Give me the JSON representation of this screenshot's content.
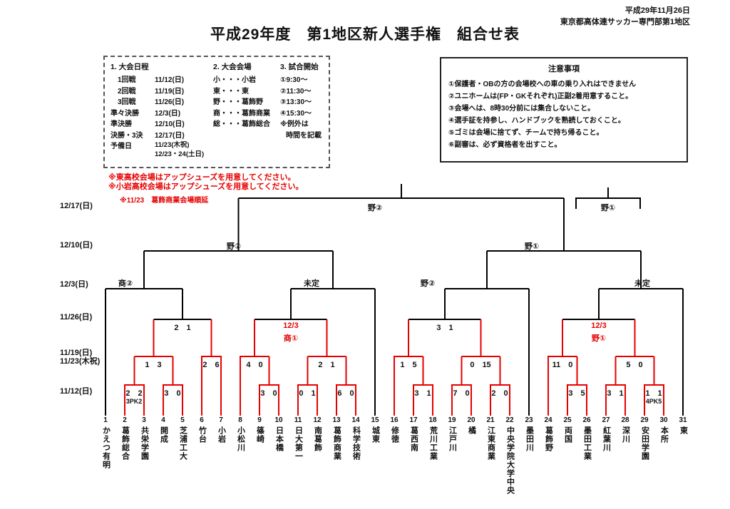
{
  "header": {
    "date": "平成29年11月26日",
    "org": "東京都高体連サッカー専門部第1地区",
    "title": "平成29年度　第1地区新人選手権　組合せ表"
  },
  "schedule": {
    "heading": "1. 大会日程",
    "rows": [
      {
        "label": "1回戦",
        "date": "11/12(日)"
      },
      {
        "label": "2回戦",
        "date": "11/19(日)"
      },
      {
        "label": "3回戦",
        "date": "11/26(日)"
      },
      {
        "label": "準々決勝",
        "date": "12/3(日)"
      },
      {
        "label": "準決勝",
        "date": "12/10(日)"
      },
      {
        "label": "決勝・3決",
        "date": "12/17(日)"
      },
      {
        "label": "予備日",
        "date": "11/23(木祝)",
        "date2": "12/23・24(土日)"
      }
    ]
  },
  "venues": {
    "heading": "2. 大会会場",
    "items": [
      "小・・・小岩",
      "東・・・東",
      "野・・・葛飾野",
      "商・・・葛飾商業",
      "総・・・葛飾総合"
    ]
  },
  "start_times": {
    "heading": "3. 試合開始",
    "items": [
      "①9:30～",
      "②11:30～",
      "③13:30～",
      "④15:30～",
      "※例外は",
      "時間を記載"
    ]
  },
  "warnings": [
    "※東高校会場はアップシューズを用意してください。",
    "※小岩高校会場はアップシューズを用意してください。"
  ],
  "postpone_note": "※11/23　葛飾商業会場順延",
  "notice": {
    "title": "注意事項",
    "items": [
      "①保護者・OBの方の会場校への車の乗り入れはできません",
      "②ユニホームは(FP・GKそれぞれ)正副2着用意すること。",
      "③会場へは、8時30分前には集合しないこと。",
      "④選手証を持参し、ハンドブックを熟読しておくこと。",
      "⑤ゴミは会場に捨てず、チームで持ち帰ること。",
      "⑥副審は、必ず資格者を出すこと。"
    ]
  },
  "rounds": [
    "12/17(日)",
    "12/10(日)",
    "12/3(日)",
    "11/26(日)",
    "11/19(日)",
    "11/23(木祝)",
    "11/12(日)"
  ],
  "bracket": {
    "r1_scores": {
      "m2_3": "2　2",
      "pk2_3": "3PK2",
      "m4_5": "3　0",
      "m9_10": "3　0",
      "m11_12": "0　1",
      "m13_14": "6　0",
      "m17_18": "3　1",
      "m19_20": "7　0",
      "m21_22": "2　0",
      "m25_26": "3　5",
      "m27_28": "3　1",
      "m29_30": "1　1",
      "pk29_30": "4PK5"
    },
    "r2_scores": {
      "a": "1　3",
      "b": "2　6",
      "c": "4　0",
      "d": "2　1",
      "e": "1　5",
      "f": "0　15",
      "g": "11　0",
      "h": "5　0"
    },
    "r3": {
      "a": "2　1",
      "b_date": "12/3",
      "b_venue": "商①",
      "c": "3　1",
      "d_date": "12/3",
      "d_venue": "野①"
    },
    "qf": {
      "q1": "商②",
      "q2": "未定",
      "q3": "野②",
      "q4": "未定"
    },
    "sf": {
      "s1": "野②",
      "s2": "野①"
    },
    "final_venue": "野②",
    "third_venue": "野①"
  },
  "teams": [
    {
      "no": "1",
      "name": "かえつ有明"
    },
    {
      "no": "2",
      "name": "葛飾総合"
    },
    {
      "no": "3",
      "name": "共栄学園"
    },
    {
      "no": "4",
      "name": "開成"
    },
    {
      "no": "5",
      "name": "芝浦工大"
    },
    {
      "no": "6",
      "name": "竹台"
    },
    {
      "no": "7",
      "name": "小岩"
    },
    {
      "no": "8",
      "name": "小松川"
    },
    {
      "no": "9",
      "name": "篠崎"
    },
    {
      "no": "10",
      "name": "日本橋"
    },
    {
      "no": "11",
      "name": "日大第一"
    },
    {
      "no": "12",
      "name": "南葛飾"
    },
    {
      "no": "13",
      "name": "葛飾商業"
    },
    {
      "no": "14",
      "name": "科学技術"
    },
    {
      "no": "15",
      "name": "城東"
    },
    {
      "no": "16",
      "name": "修徳"
    },
    {
      "no": "17",
      "name": "葛西南"
    },
    {
      "no": "18",
      "name": "荒川工業"
    },
    {
      "no": "19",
      "name": "江戸川"
    },
    {
      "no": "20",
      "name": "橘"
    },
    {
      "no": "21",
      "name": "江東商業"
    },
    {
      "no": "22",
      "name": "中央学院大学中央"
    },
    {
      "no": "23",
      "name": "墨田川"
    },
    {
      "no": "24",
      "name": "葛飾野"
    },
    {
      "no": "25",
      "name": "両国"
    },
    {
      "no": "26",
      "name": "墨田工業"
    },
    {
      "no": "27",
      "name": "紅葉川"
    },
    {
      "no": "28",
      "name": "深川"
    },
    {
      "no": "29",
      "name": "安田学園"
    },
    {
      "no": "30",
      "name": "本所"
    },
    {
      "no": "31",
      "name": "東"
    }
  ]
}
